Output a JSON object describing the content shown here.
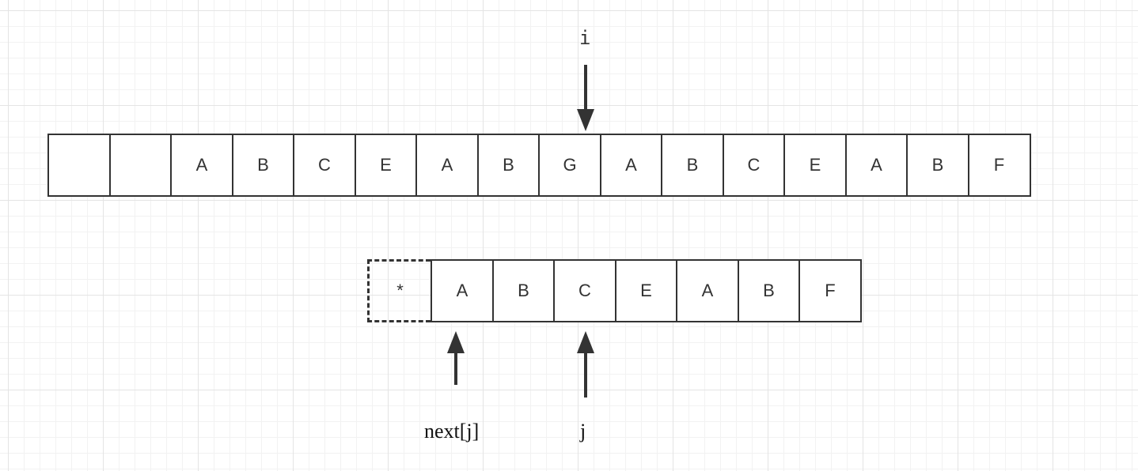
{
  "text_array": [
    "",
    "",
    "A",
    "B",
    "C",
    "E",
    "A",
    "B",
    "G",
    "A",
    "B",
    "C",
    "E",
    "A",
    "B",
    "F"
  ],
  "pattern_prefix": "*",
  "pattern_array": [
    "A",
    "B",
    "C",
    "E",
    "A",
    "B",
    "F"
  ],
  "labels": {
    "i": "i",
    "j": "j",
    "next_j": "next[j]"
  }
}
